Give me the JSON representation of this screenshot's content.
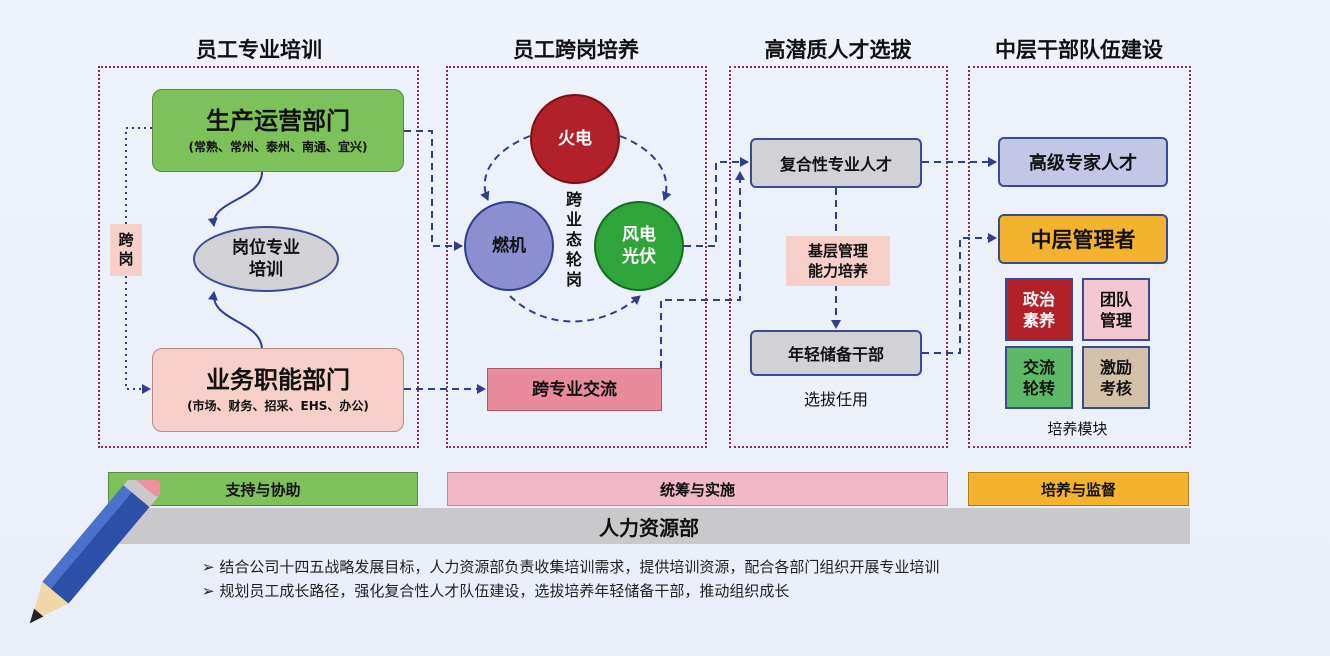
{
  "columns": {
    "c1": "员工专业培训",
    "c2": "员工跨岗培养",
    "c3": "高潜质人才选拔",
    "c4": "中层干部队伍建设"
  },
  "col1": {
    "production": {
      "title": "生产运营部门",
      "sub": "(常熟、常州、泰州、南通、宜兴)"
    },
    "post_training": "岗位专业\n培训",
    "cross_post": "跨\n岗",
    "functional": {
      "title": "业务职能部门",
      "sub": "(市场、财务、招采、EHS、办公)"
    }
  },
  "col2": {
    "thermal": "火电",
    "gas": "燃机",
    "wind": "风电\n光伏",
    "center": "跨\n业\n态\n轮\n岗",
    "cross_major": "跨专业交流"
  },
  "col3": {
    "composite": "复合性专业人才",
    "basic_mgmt": "基层管理\n能力培养",
    "young_cadre": "年轻储备干部",
    "select": "选拔任用"
  },
  "col4": {
    "expert": "高级专家人才",
    "middle_mgr": "中层管理者",
    "modules": {
      "politics": "政治\n素养",
      "team": "团队\n管理",
      "rotation": "交流\n轮转",
      "incentive": "激励\n考核"
    },
    "module_label": "培养模块"
  },
  "bars": {
    "support": "支持与协助",
    "coordinate": "统筹与实施",
    "cultivate": "培养与监督",
    "hr": "人力资源部"
  },
  "notes": [
    "结合公司十四五战略发展目标，人力资源部负责收集培训需求，提供培训资源，配合各部门组织开展专业培训",
    "规划员工成长路径，强化复合性人才队伍建设，选拔培养年轻储备干部，推动组织成长"
  ],
  "bullet_glyph": "➢",
  "colors": {
    "green": "#7dc15a",
    "pink_light": "#f5cfc8",
    "grey": "#d2d2d6",
    "red": "#b2202a",
    "purple": "#8b8fd0",
    "wind_green": "#2ea43a",
    "rose": "#e98b9c",
    "lavender": "#c4c6e6",
    "orange": "#f3b32e",
    "bar_pink": "#f3b8c8",
    "hr_grey": "#c9c9cc",
    "frame": "#8a2d5a",
    "arrow": "#2f3f8e"
  }
}
